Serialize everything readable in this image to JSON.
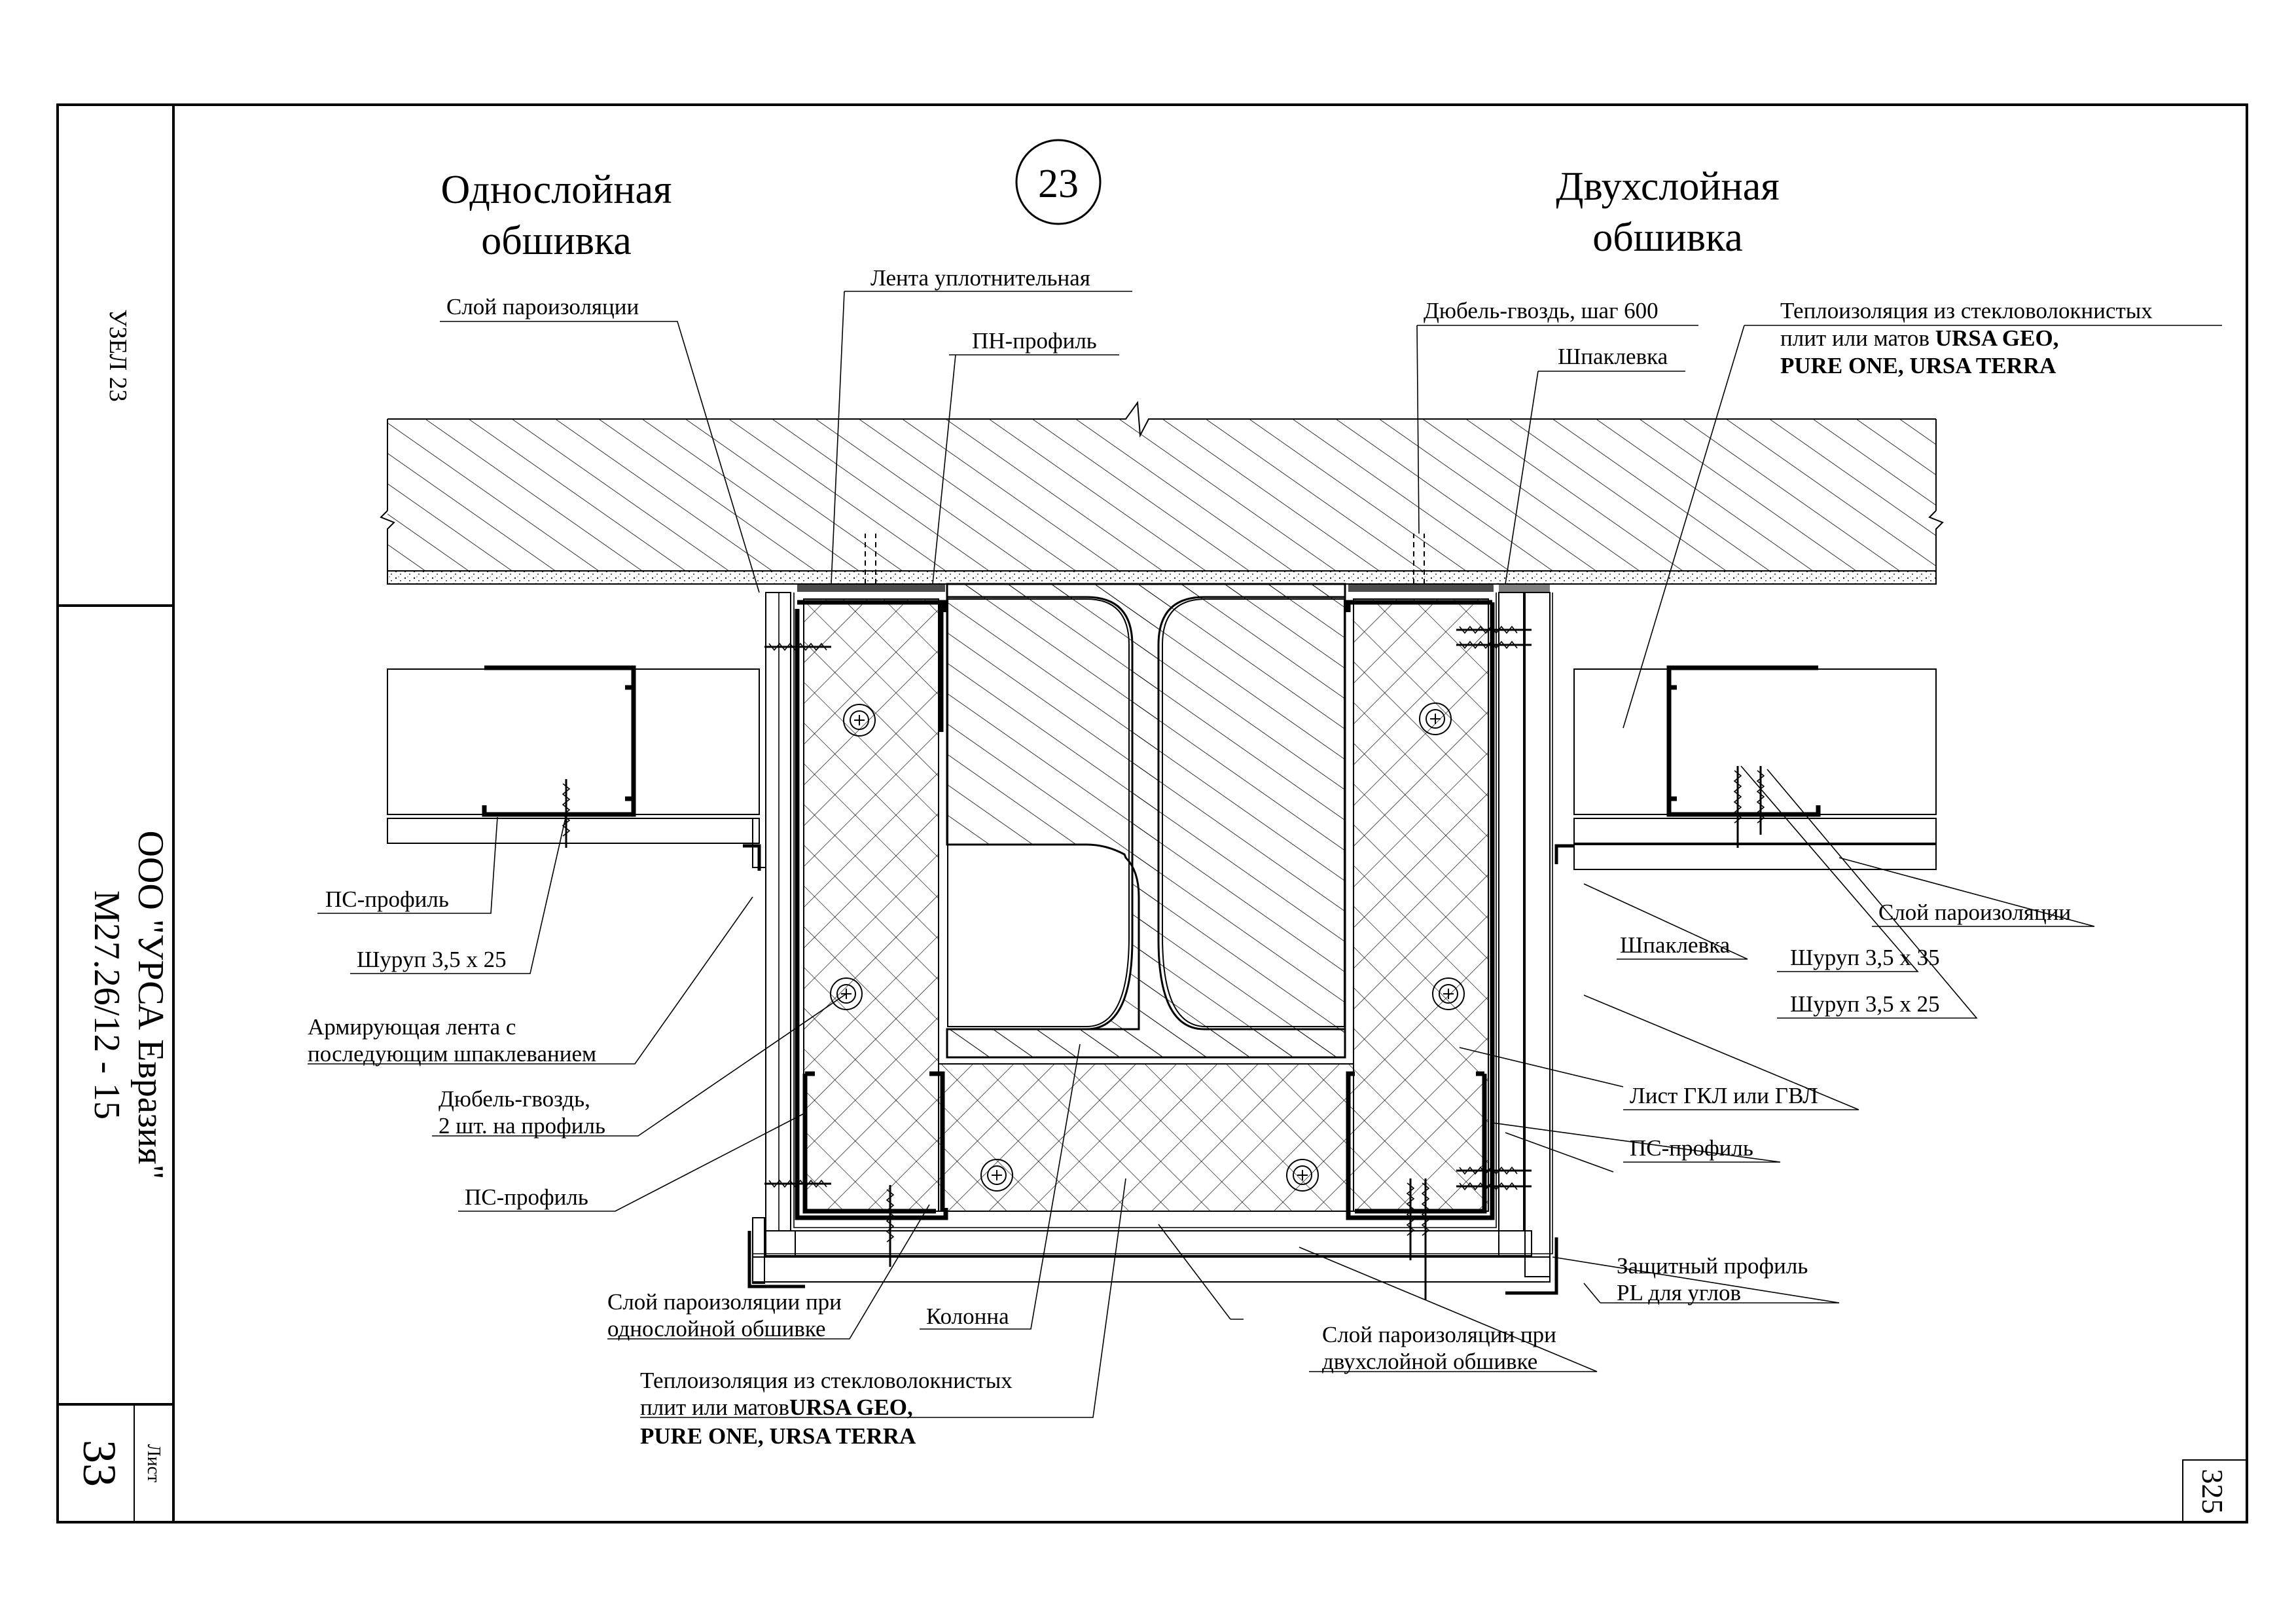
{
  "node_number": "23",
  "titles": {
    "left": [
      "Однослойная",
      "обшивка"
    ],
    "right": [
      "Двухслойная",
      "обшивка"
    ]
  },
  "side_stamp": {
    "node_label": "УЗЕЛ 23",
    "company": "ООО \"УРСА Евразия\"",
    "doc_code": "М27.26/12 - 15",
    "sheet_label": "Лист",
    "sheet_number": "33"
  },
  "page_number": "325",
  "labels": {
    "vapor_top_left": "Слой пароизоляции",
    "sealing_tape": "Лента уплотнительная",
    "pn_profile": "ПН-профиль",
    "dowel_top": "Дюбель-гвоздь, шаг 600",
    "putty_top": "Шпаклевка",
    "insul_top_right": [
      "Теплоизоляция из стекловолокнистых",
      "плит или матов "
    ],
    "insul_top_right_brand": [
      "URSA GEO,",
      "PURE ONE, URSA TERRA"
    ],
    "ps_profile_left_top": "ПС-профиль",
    "screw_left": "Шуруп 3,5 х 25",
    "reinforce_tape": [
      "Армирующая лента с",
      "последующим шпаклеванием"
    ],
    "dowel_left": [
      "Дюбель-гвоздь,",
      "2 шт. на профиль"
    ],
    "ps_profile_left_bottom": "ПС-профиль",
    "vapor_single": [
      "Слой пароизоляции при",
      "однослойной обшивке"
    ],
    "column": "Колонна",
    "insul_bottom": [
      "Теплоизоляция из стекловолокнистых",
      "плит или матов"
    ],
    "insul_bottom_brand": [
      "URSA GEO,",
      "PURE ONE, URSA TERRA"
    ],
    "vapor_double": [
      "Слой пароизоляции при",
      "двухслойной обшивке"
    ],
    "protective_profile": [
      "Защитный профиль",
      "PL для углов"
    ],
    "putty_right": "Шпаклевка",
    "vapor_right": "Слой пароизоляции",
    "screw_35": "Шуруп 3,5 х 35",
    "screw_25_right": "Шуруп 3,5 х 25",
    "gkl_sheet": "Лист ГКЛ или ГВЛ",
    "ps_profile_right": "ПС-профиль"
  }
}
